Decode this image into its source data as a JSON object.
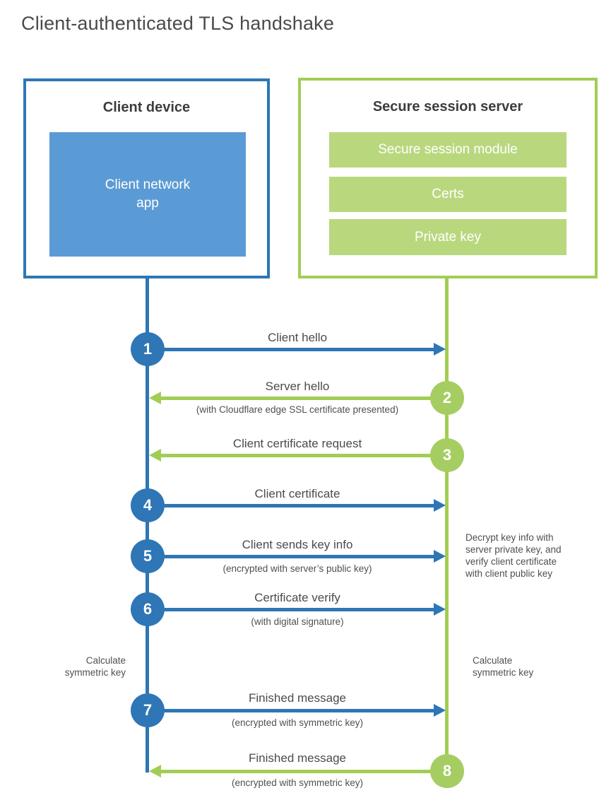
{
  "page": {
    "title": "Client-authenticated TLS handshake"
  },
  "client_box": {
    "title": "Client device",
    "app_label": "Client network\napp"
  },
  "server_box": {
    "title": "Secure session server",
    "modules": [
      "Secure session module",
      "Certs",
      "Private key"
    ]
  },
  "messages": [
    {
      "number": "1",
      "label": "Client hello",
      "sublabel": "",
      "direction": "client-to-server",
      "color": "blue"
    },
    {
      "number": "2",
      "label": "Server hello",
      "sublabel": "(with Cloudflare edge SSL certificate presented)",
      "direction": "server-to-client",
      "color": "green"
    },
    {
      "number": "3",
      "label": "Client certificate request",
      "sublabel": "",
      "direction": "server-to-client",
      "color": "green"
    },
    {
      "number": "4",
      "label": "Client certificate",
      "sublabel": "",
      "direction": "client-to-server",
      "color": "blue"
    },
    {
      "number": "5",
      "label": "Client sends key info",
      "sublabel": "(encrypted with server’s public key)",
      "direction": "client-to-server",
      "color": "blue"
    },
    {
      "number": "6",
      "label": "Certificate verify",
      "sublabel": "(with digital signature)",
      "direction": "client-to-server",
      "color": "blue"
    },
    {
      "number": "7",
      "label": "Finished message",
      "sublabel": "(encrypted with symmetric key)",
      "direction": "client-to-server",
      "color": "blue"
    },
    {
      "number": "8",
      "label": "Finished message",
      "sublabel": "(encrypted with symmetric key)",
      "direction": "server-to-client",
      "color": "green"
    }
  ],
  "annotations": {
    "decrypt_note": "Decrypt key info with\nserver private key, and\nverify client certificate\nwith client public key",
    "calc_left": "Calculate\nsymmetric key",
    "calc_right": "Calculate\nsymmetric key"
  },
  "colors": {
    "blue": "#2e76b5",
    "blue_fill": "#5b9bd5",
    "green": "#a2cd54",
    "green_fill": "#b9d87e",
    "green_circle": "#a5cd62",
    "label_text": "#4b4b4b"
  }
}
